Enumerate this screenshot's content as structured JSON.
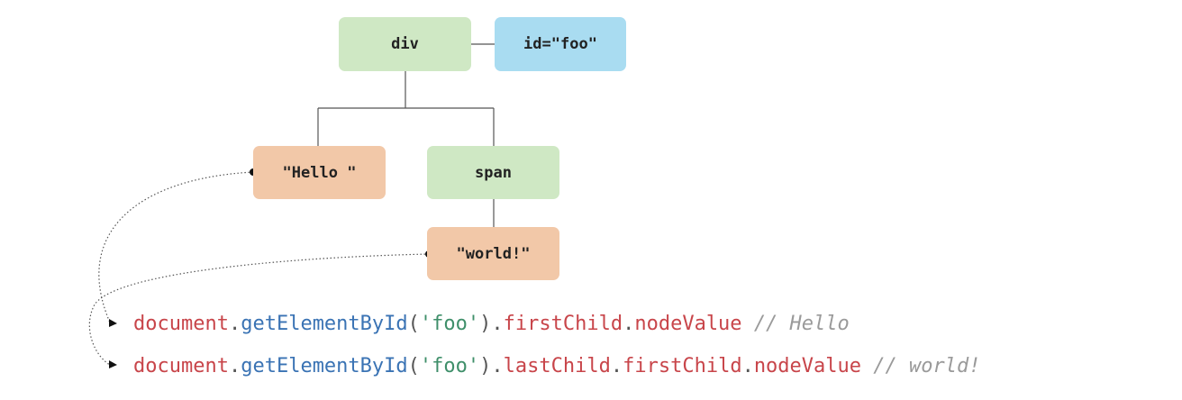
{
  "colors": {
    "element_node": "#cfe8c4",
    "attribute_node": "#a9dcf1",
    "text_node": "#f2c8a8",
    "code_object": "#c8454a",
    "code_method": "#3a73b4",
    "code_string": "#3f8f6a",
    "code_comment": "#9a9a9a"
  },
  "tree": {
    "div": "div",
    "attr": "id=\"foo\"",
    "hello": "\"Hello \"",
    "span": "span",
    "world": "\"world!\""
  },
  "code": {
    "line1": {
      "obj": "document",
      "dot1": ".",
      "method": "getElementById",
      "open": "(",
      "arg": "'foo'",
      "close": ")",
      "dot2": ".",
      "prop1": "firstChild",
      "dot3": ".",
      "prop2": "nodeValue",
      "comment": "// Hello"
    },
    "line2": {
      "obj": "document",
      "dot1": ".",
      "method": "getElementById",
      "open": "(",
      "arg": "'foo'",
      "close": ")",
      "dot2": ".",
      "prop1": "lastChild",
      "dot3": ".",
      "prop2": "firstChild",
      "dot4": ".",
      "prop3": "nodeValue",
      "comment": "// world!"
    }
  }
}
